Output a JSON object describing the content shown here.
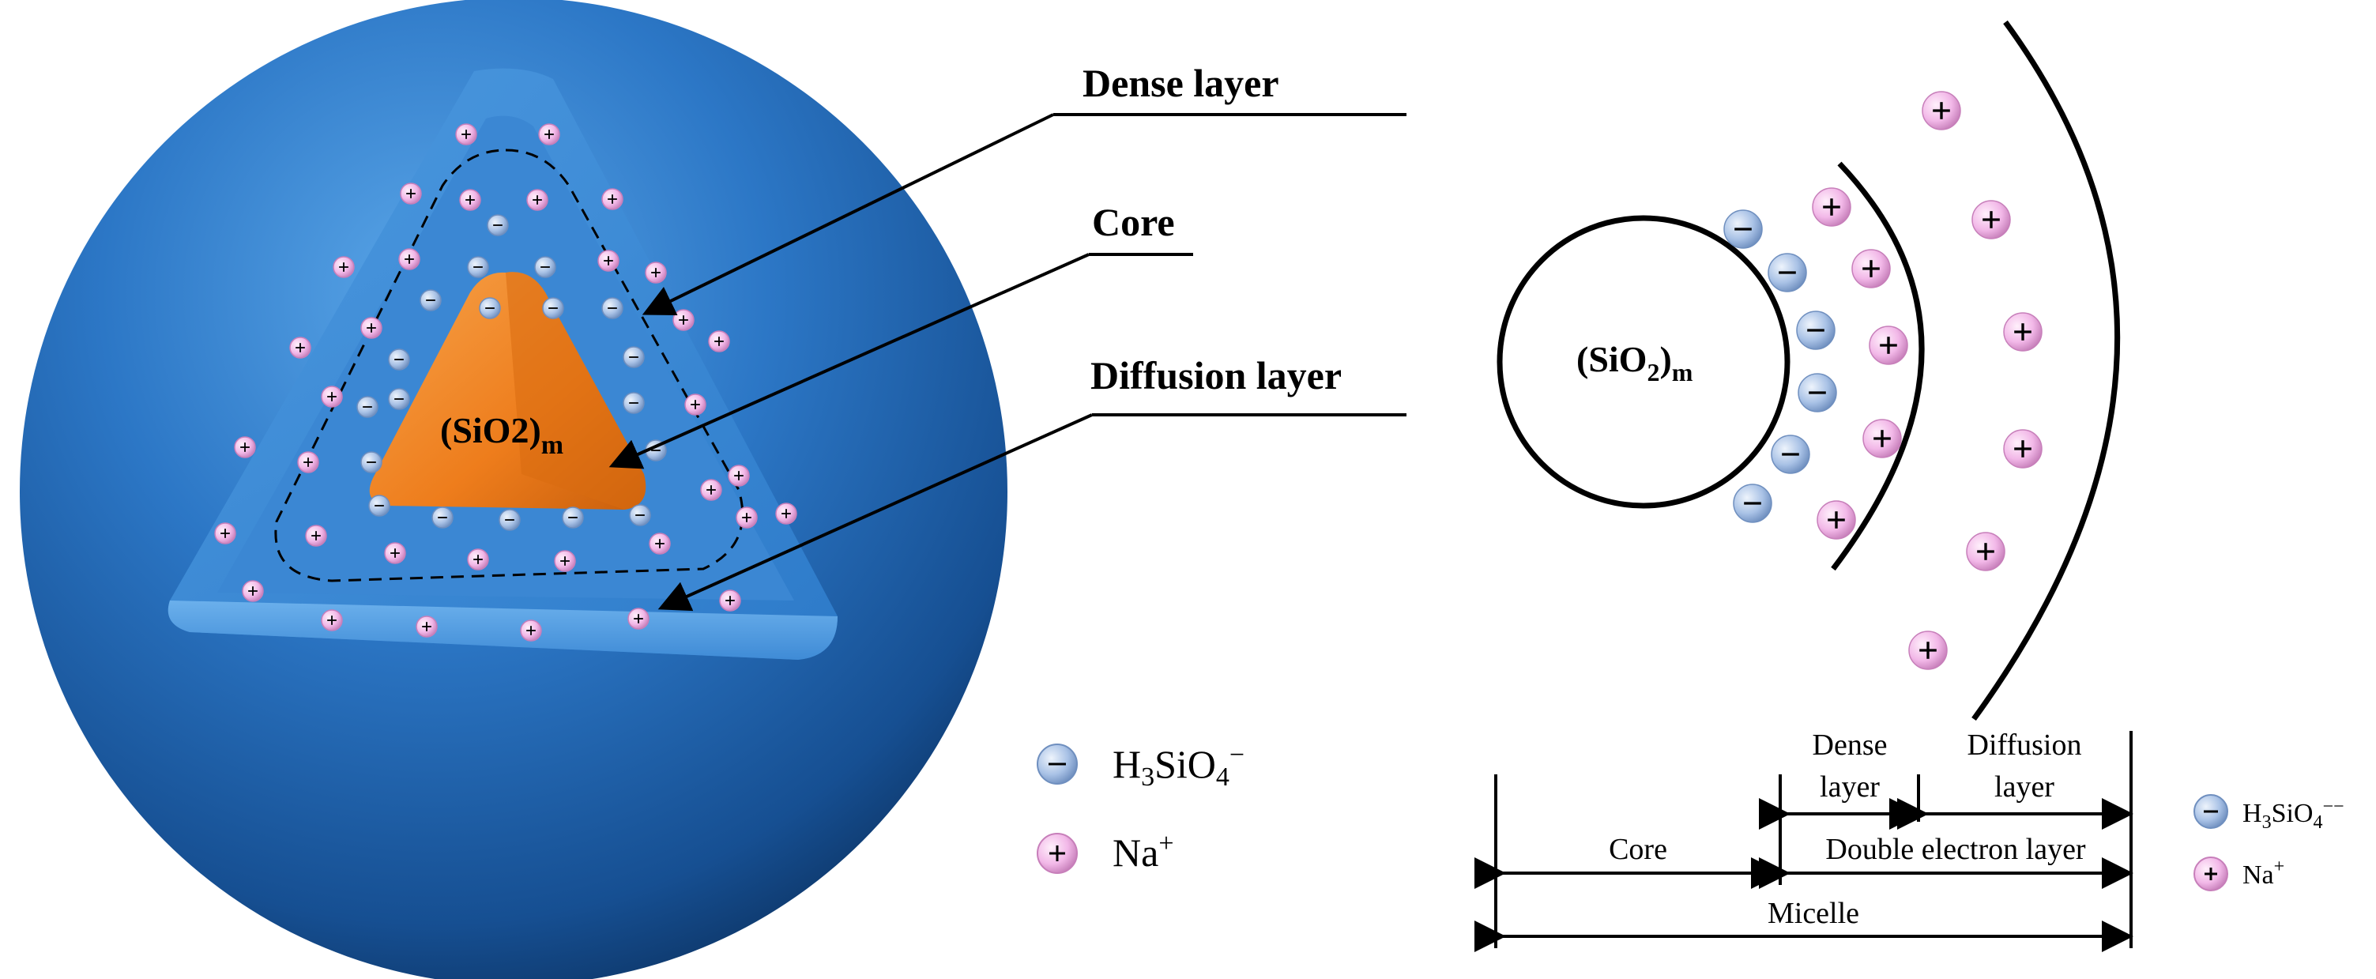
{
  "left_diagram": {
    "labels": {
      "dense_layer": "Dense layer",
      "core": "Core",
      "diffusion_layer": "Diffusion layer",
      "core_formula_main": "(SiO2)",
      "core_formula_sub": "m"
    },
    "legend": {
      "anion_main": "H",
      "anion_sub1": "3",
      "anion_mid": "SiO",
      "anion_sub2": "4",
      "anion_sup": "−",
      "cation_main": "Na",
      "cation_sup": "+"
    }
  },
  "right_diagram": {
    "core_formula_pre": "(SiO",
    "core_formula_sub1": "2",
    "core_formula_post": ")",
    "core_formula_sub2": "m",
    "dimension_labels": {
      "dense_line1": "Dense",
      "dense_line2": "layer",
      "diffusion_line1": "Diffusion",
      "diffusion_line2": "layer",
      "core": "Core",
      "double_layer": "Double electron layer",
      "micelle": "Micelle"
    },
    "legend": {
      "anion_main": "H",
      "anion_sub1": "3",
      "anion_mid": "SiO",
      "anion_sub2": "4",
      "anion_sup": "−−",
      "cation_main": "Na",
      "cation_sup": "+"
    }
  },
  "colors": {
    "sphere_blue": "#1f5fa8",
    "core_orange": "#f07f1e",
    "anion_fill": "#a9c2e6",
    "cation_fill": "#f2b8e8"
  }
}
